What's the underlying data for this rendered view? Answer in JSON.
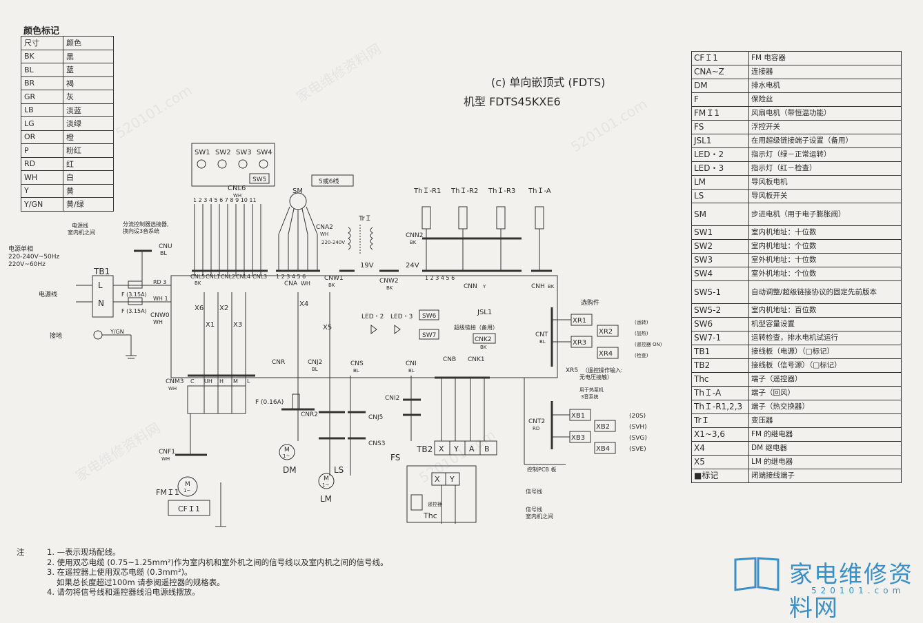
{
  "color_legend": {
    "title": "颜色标记",
    "header": [
      "尺寸",
      "颜色"
    ],
    "rows": [
      [
        "BK",
        "黑"
      ],
      [
        "BL",
        "蓝"
      ],
      [
        "BR",
        "褐"
      ],
      [
        "GR",
        "灰"
      ],
      [
        "LB",
        "淡蓝"
      ],
      [
        "LG",
        "淡绿"
      ],
      [
        "OR",
        "橙"
      ],
      [
        "P",
        "粉红"
      ],
      [
        "RD",
        "红"
      ],
      [
        "WH",
        "白"
      ],
      [
        "Y",
        "黄"
      ],
      [
        "Y/GN",
        "黄/绿"
      ]
    ]
  },
  "title": {
    "main": "(c) 单向嵌顶式 (FDTS)",
    "model": "机型 FDTS45KXE6"
  },
  "components": [
    [
      "CFＩ1",
      "FM 电容器"
    ],
    [
      "CNA~Z",
      "连接器"
    ],
    [
      "DM",
      "排水电机"
    ],
    [
      "F",
      "保险丝"
    ],
    [
      "FMＩ1",
      "风扇电机（带恒温功能）"
    ],
    [
      "FS",
      "浮控开关"
    ],
    [
      "JSL1",
      "在用超级链接端子设置（备用）"
    ],
    [
      "LED・2",
      "指示灯（绿－正常运转）"
    ],
    [
      "LED・3",
      "指示灯（红－检查）"
    ],
    [
      "LM",
      "导风板电机"
    ],
    [
      "LS",
      "导风板开关"
    ],
    [
      "SM",
      "步进电机（用于电子膨胀阀）"
    ],
    [
      "SW1",
      "室内机地址：十位数"
    ],
    [
      "SW2",
      "室内机地址：个位数"
    ],
    [
      "SW3",
      "室外机地址：十位数"
    ],
    [
      "SW4",
      "室外机地址：个位数"
    ],
    [
      "SW5-1",
      "自动调整/超级链接协议的固定先前版本"
    ],
    [
      "SW5-2",
      "室内机地址：百位数"
    ],
    [
      "SW6",
      "机型容量设置"
    ],
    [
      "SW7-1",
      "运转检查，排水电机试运行"
    ],
    [
      "TB1",
      "接线板（电源）（□标记）"
    ],
    [
      "TB2",
      "接线板（信号源）（□标记）"
    ],
    [
      "Thc",
      "端子（遥控器）"
    ],
    [
      "ThＩ-A",
      "端子（回风）"
    ],
    [
      "ThＩ-R1,2,3",
      "端子（热交换器）"
    ],
    [
      "TrＩ",
      "变压器"
    ],
    [
      "X1~3,6",
      "FM 的继电器"
    ],
    [
      "X4",
      "DM 继电器"
    ],
    [
      "X5",
      "LM 的继电器"
    ],
    [
      "■标记",
      "闭端接线端子"
    ]
  ],
  "diagram": {
    "switches": [
      "SW1",
      "SW2",
      "SW3",
      "SW4"
    ],
    "sw5": "SW5",
    "cnl6": "CNL6",
    "cnl6_color": "WH",
    "cnl6_pins": "1 2 3 4 5 6 7 8 9 10 11",
    "sm": "SM",
    "sm_wire_note": "5或6线",
    "tri": "TrＩ",
    "thermistors": [
      "ThＩ-R1",
      "ThＩ-R2",
      "ThＩ-R3",
      "ThＩ-A"
    ],
    "power_label": "电源线",
    "power_between": "室内机之间",
    "power_spec": [
      "电源单相",
      "220-240V~50Hz",
      "220V~60Hz"
    ],
    "remote_note": [
      "分流控制器选接器,",
      "换向设3音系统"
    ],
    "tb1": "TB1",
    "tb1_l": "L",
    "tb1_n": "N",
    "fuse1": "F (3.15A)",
    "fuse2": "F (3.15A)",
    "power_line": "电源线",
    "ground": "接地",
    "ground_color": "Y/GN",
    "cnu": "CNU",
    "cnu_color": "BL",
    "cnw0": "CNW0",
    "cnw0_color": "WH",
    "rd3": "RD 3",
    "wh1": "WH 1",
    "connectors_top": [
      "CNL5",
      "CNL1",
      "CNL2",
      "CNL4",
      "CNL3"
    ],
    "connectors_top_color": "BK",
    "cna": "CNA",
    "cna_color": "WH",
    "cna_pins": "1 2 3 4 5 6",
    "cna2": "CNA2",
    "cna2_color": "WH",
    "cna2_volt": "220-240V",
    "cnw1": "CNW1",
    "cnw1_color": "BK",
    "cnw2": "CNW2",
    "cnw2_color": "BK",
    "v19": "19V",
    "v24": "24V",
    "cnn2": "CNN2",
    "cnn2_color": "BK",
    "cnn": "CNN",
    "cnn_color": "Y",
    "cnn_pins": "1 2 3 4 5 6",
    "cnh": "CNH",
    "cnh_color": "BK",
    "relays": [
      "X6",
      "X2",
      "X1",
      "X3",
      "X4",
      "X5"
    ],
    "leds": [
      "LED・2",
      "LED・3"
    ],
    "sw6": "SW6",
    "sw7": "SW7",
    "jsl1": "JSL1",
    "jsl1_note": "超级链接（备用）",
    "cnk2": "CNK2",
    "cnk2_color": "BK",
    "options_title": "选购件",
    "cnt": "CNT",
    "cnt_color": "BL",
    "xr": [
      "XR1",
      "XR2",
      "XR3",
      "XR4"
    ],
    "xr_notes": [
      "(运转)",
      "(加热)",
      "(遥控器 ON)",
      "(检查)"
    ],
    "xr5": "XR5",
    "xr5_note": [
      "（遥控操作输入:",
      "无电压接触）"
    ],
    "cnt2_note": [
      "用于热泵机",
      "3音系统"
    ],
    "cnt2": "CNT2",
    "cnt2_color": "RD",
    "xb": [
      "XB1",
      "XB2",
      "XB3",
      "XB4"
    ],
    "xb_notes": [
      "(20S)",
      "(SVH)",
      "(SVG)",
      "(SVE)"
    ],
    "pcb": "控制PCB 板",
    "fuse_016": "F (0.16A)",
    "cnm3": "CNM3",
    "cnm3_color": "WH",
    "cnm3_pins": [
      "C",
      "UH",
      "H",
      "M",
      "L"
    ],
    "cnr": "CNR",
    "cnr2": "CNR2",
    "cnj2": "CNJ2",
    "cnj2_color": "BL",
    "cns": "CNS",
    "cns_color": "BL",
    "cni": "CNI",
    "cni_color": "BL",
    "cni2": "CNI2",
    "cnj5": "CNJ5",
    "cns3": "CNS3",
    "cnb": "CNB",
    "cnk1": "CNK1",
    "cnf1": "CNF1",
    "cnf1_color": "WH",
    "fmi1": "FMＩ1",
    "cfi1": "CFＩ1",
    "dm": "DM",
    "lm": "LM",
    "ls": "LS",
    "fs": "FS",
    "tb2": "TB2",
    "tb2_terms": [
      "X",
      "Y",
      "A",
      "B"
    ],
    "signal_line": "信号线",
    "signal_between": [
      "信号线",
      "室内机之间"
    ],
    "remote": "遥控器",
    "thc": "Thc",
    "motor_m": "M",
    "motor_1": "1~"
  },
  "notes": {
    "label": "注",
    "items": [
      "1. —表示现场配线。",
      "2. 使用双芯电缆 (0.75~1.25mm²)作为室内机和室外机之间的信号线以及室内机之间的信号线。",
      "3. 在遥控器上使用双芯电缆 (0.3mm²)。",
      "如果总长度超过100m  请参阅遥控器的规格表。",
      "4. 请勿将信号线和遥控器线沿电源线摆放。"
    ]
  },
  "logo": {
    "text": "家电维修资料网",
    "url": "520101.com"
  },
  "colors": {
    "ink": "#2a2a2a",
    "paper": "#f3f1ee",
    "logo_blue": "#3b8fc7"
  }
}
